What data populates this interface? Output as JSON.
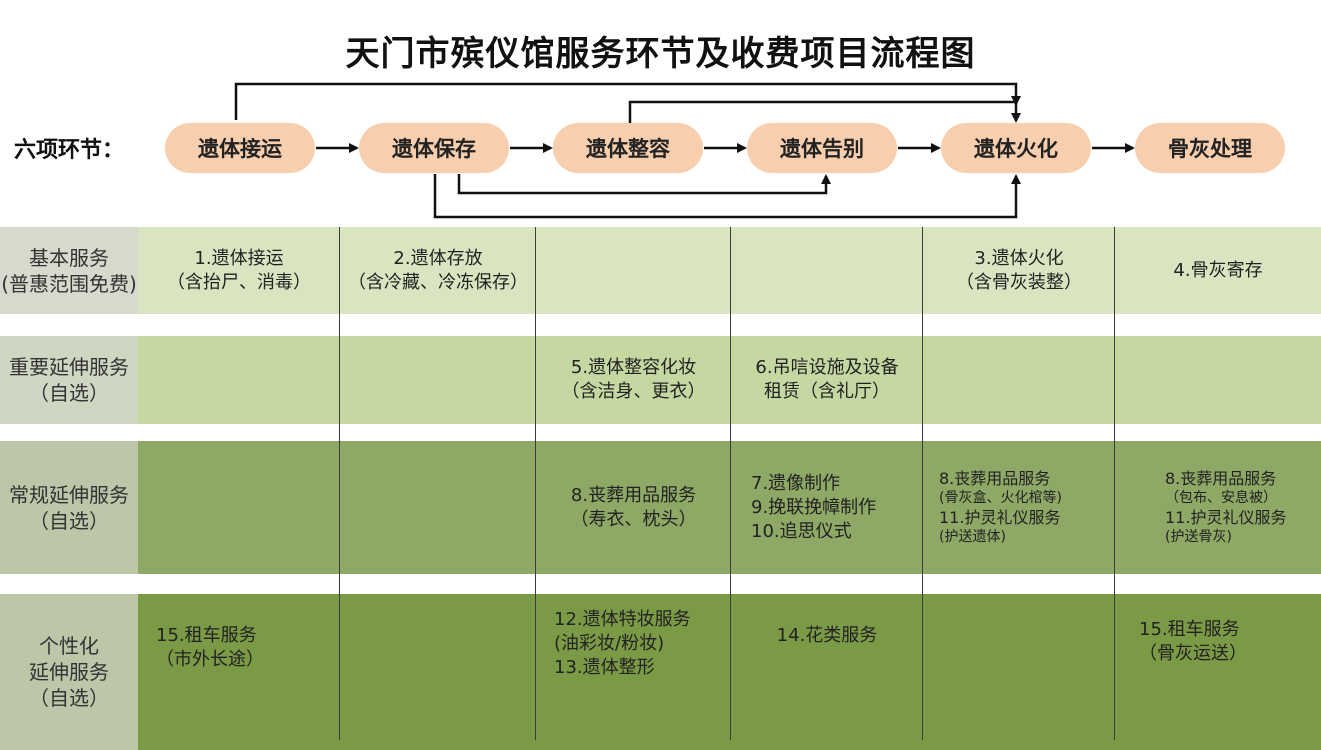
{
  "title": "天门市殡仪馆服务环节及收费项目流程图",
  "stage_label": "六项环节：",
  "stages": [
    "遗体接运",
    "遗体保存",
    "遗体整容",
    "遗体告别",
    "遗体火化",
    "骨灰处理"
  ],
  "bands": [
    {
      "label": "基本服务\n(普惠范围免费)",
      "color": "#d9e5c1",
      "label_color": "#d6d9cc",
      "cells": [
        [
          "1.遗体接运",
          "（含抬尸、消毒）"
        ],
        [
          "2.遗体存放",
          "（含冷藏、冷冻保存）"
        ],
        [],
        [],
        [
          "3.遗体火化",
          "（含骨灰装整）"
        ],
        [
          "4.骨灰寄存"
        ]
      ]
    },
    {
      "label": "重要延伸服务\n（自选）",
      "color": "#c5d8a2",
      "label_color": "#cfd6c2",
      "cells": [
        [],
        [],
        [
          "5.遗体整容化妆",
          "（含洁身、更衣）"
        ],
        [
          "6.吊唁设施及设备",
          "租赁（含礼厅）"
        ],
        [],
        []
      ]
    },
    {
      "label": "常规延伸服务\n（自选）",
      "color": "#8ea865",
      "label_color": "#bcc6a8",
      "cells": [
        [],
        [],
        [
          "8.丧葬用品服务",
          "（寿衣、枕头）"
        ],
        [
          "7.遗像制作",
          "9.挽联挽幛制作",
          "10.追思仪式"
        ],
        [
          "8.丧葬用品服务",
          "(骨灰盒、火化棺等)",
          "11.护灵礼仪服务",
          "(护送遗体)"
        ],
        [
          "8.丧葬用品服务",
          "（包布、安息被）",
          "11.护灵礼仪服务",
          "(护送骨灰)"
        ]
      ]
    },
    {
      "label": "个性化\n延伸服务\n（自选）",
      "color": "#7b9a45",
      "label_color": "#bcc6a8",
      "cells": [
        [
          "15.租车服务",
          "（市外长途）"
        ],
        [],
        [
          "12.遗体特妆服务",
          "(油彩妆/粉妆)",
          "13.遗体整形"
        ],
        [
          "14.花类服务"
        ],
        [],
        [
          "15.租车服务",
          "（骨灰运送）"
        ]
      ]
    }
  ]
}
